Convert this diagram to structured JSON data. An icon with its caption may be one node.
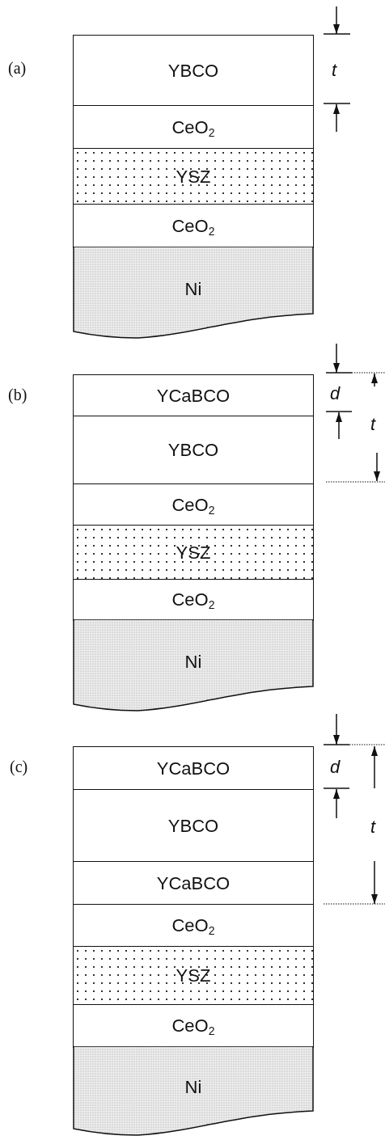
{
  "diagram": {
    "nodes": [
      {
        "text": [
          "YBCO"
        ]
      },
      {
        "text": [
          "CeO$_{2}$"
        ]
      },
      {
        "text": [
          "YSZ"
        ]
      },
      {
        "text": [
          "CeO$_{2}$"
        ]
      },
      {
        "text": [
          "Ni"
        ]
      },
      {
        "text": [
          "YCaBCO"
        ]
      },
      {
        "text": [
          "YBCO"
        ]
      },
      {
        "text": [
          "CeO$_{2}$"
        ]
      },
      {
        "text": [
          "YSZ"
        ]
      },
      {
        "text": [
          "CeO$_{2}$"
        ]
      },
      {
        "text": [
          "Ni"
        ]
      },
      {
        "text": [
          "YCaBCO"
        ]
      },
      {
        "text": [
          "YBCO"
        ]
      },
      {
        "text": [
          "YCaBCO"
        ]
      },
      {
        "text": [
          "CeO$_{2}$"
        ]
      },
      {
        "text": [
          "YSZ"
        ]
      },
      {
        "text": [
          "CeO$_{2}$"
        ]
      },
      {
        "text": [
          "Ni"
        ]
      }
    ],
    "labels": [
      "(a)",
      "t",
      "(b)",
      "d",
      "t",
      "(c)",
      "d",
      "t"
    ]
  }
}
